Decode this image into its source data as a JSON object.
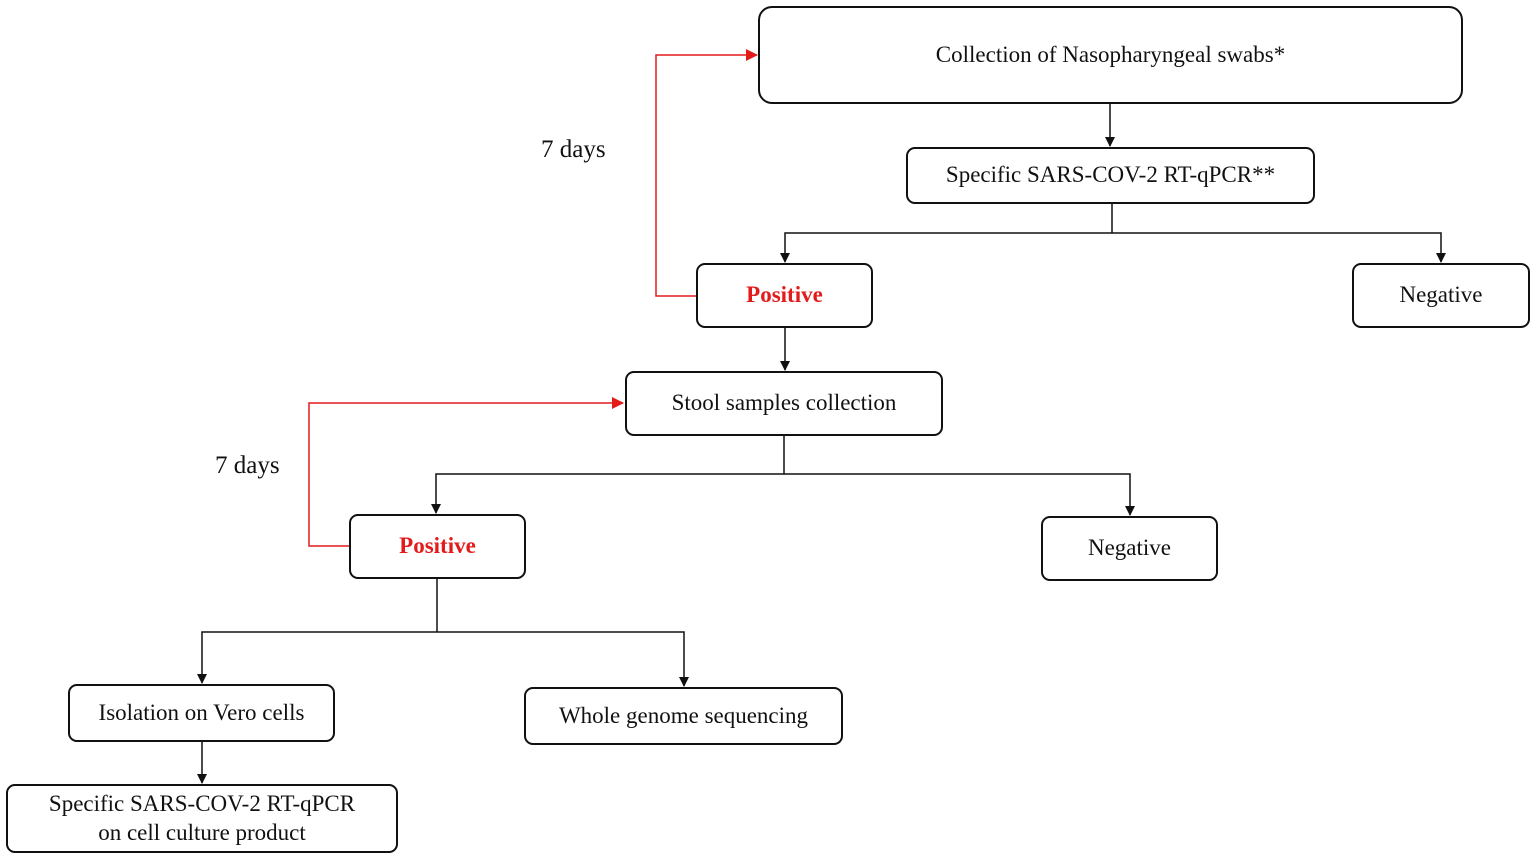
{
  "nodes": {
    "nasopharyngeal": "Collection of Nasopharyngeal swabs*",
    "rtqpcr_1": "Specific SARS-COV-2 RT-qPCR**",
    "positive_1": "Positive",
    "negative_1": "Negative",
    "stool": "Stool samples collection",
    "positive_2": "Positive",
    "negative_2": "Negative",
    "vero": "Isolation on Vero cells",
    "wgs": "Whole genome sequencing",
    "rtqpcr_2_line1": "Specific SARS-COV-2 RT-qPCR",
    "rtqpcr_2_line2": "on cell culture product"
  },
  "loops": {
    "upper": "7 days",
    "lower": "7 days"
  },
  "colors": {
    "positive_text": "#e31b1b",
    "loop_arrow": "#e31b1b",
    "connector": "#111111"
  }
}
